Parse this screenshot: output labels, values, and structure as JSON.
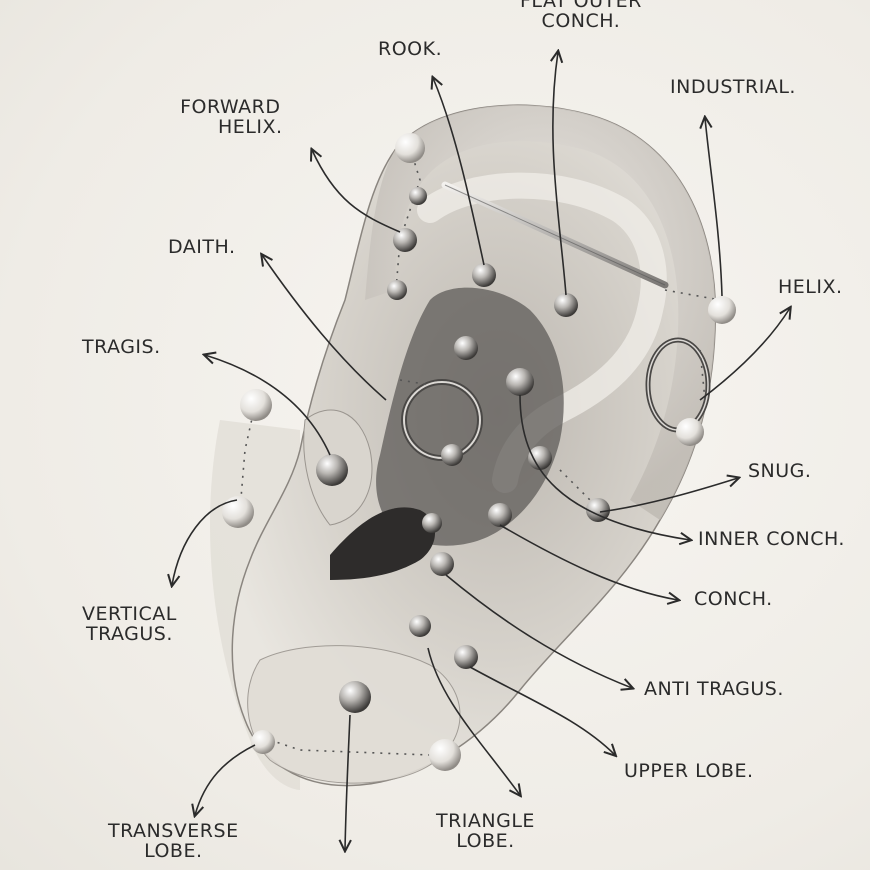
{
  "labels": {
    "flat_outer_conch_l1": "FLAT OUTER",
    "flat_outer_conch_l2": "CONCH.",
    "rook": "ROOK.",
    "industrial": "INDUSTRIAL.",
    "forward_helix_l1": "FORWARD",
    "forward_helix_l2": "HELIX.",
    "daith": "DAITH.",
    "helix": "HELIX.",
    "tragis": "TRAGIS.",
    "snug": "SNUG.",
    "inner_conch": "INNER CONCH.",
    "vertical_tragus_l1": "VERTICAL",
    "vertical_tragus_l2": "TRAGUS.",
    "conch": "CONCH.",
    "anti_tragus": "ANTI TRAGUS.",
    "upper_lobe": "UPPER LOBE.",
    "transverse_lobe_l1": "TRANSVERSE",
    "transverse_lobe_l2": "LOBE.",
    "triangle_lobe_l1": "TRIANGLE",
    "triangle_lobe_l2": "LOBE."
  },
  "colors": {
    "ink": "#2b2b2b",
    "skin_light": "#ece8e2",
    "skin_mid": "#c9c4bc",
    "skin_dark": "#6d6a66",
    "shadow": "#3f3d3b"
  }
}
